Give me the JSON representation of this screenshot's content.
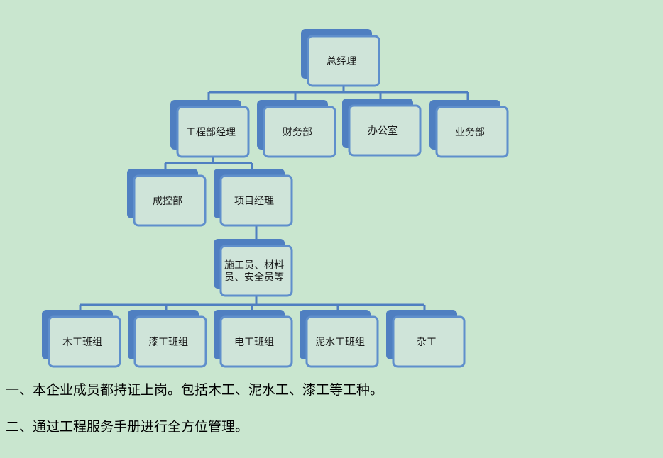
{
  "org_chart": {
    "nodes": [
      {
        "id": "gm",
        "label": [
          "总经理"
        ],
        "name": "node-general-manager"
      },
      {
        "id": "eng",
        "label": [
          "工程部经理"
        ],
        "name": "node-engineering-manager"
      },
      {
        "id": "fin",
        "label": [
          "财务部"
        ],
        "name": "node-finance-dept"
      },
      {
        "id": "office",
        "label": [
          "办公室"
        ],
        "name": "node-office"
      },
      {
        "id": "biz",
        "label": [
          "业务部"
        ],
        "name": "node-business-dept"
      },
      {
        "id": "cost",
        "label": [
          "成控部"
        ],
        "name": "node-cost-control-dept"
      },
      {
        "id": "pm",
        "label": [
          "项目经理"
        ],
        "name": "node-project-manager"
      },
      {
        "id": "staff",
        "label": [
          "施工员、材料",
          "员、安全员等"
        ],
        "name": "node-site-staff"
      },
      {
        "id": "carp",
        "label": [
          "木工班组"
        ],
        "name": "node-carpentry-team"
      },
      {
        "id": "paint",
        "label": [
          "漆工班组"
        ],
        "name": "node-painting-team"
      },
      {
        "id": "elec",
        "label": [
          "电工班组"
        ],
        "name": "node-electrical-team"
      },
      {
        "id": "mason",
        "label": [
          "泥水工班组"
        ],
        "name": "node-masonry-team"
      },
      {
        "id": "misc",
        "label": [
          "杂工"
        ],
        "name": "node-general-labor"
      }
    ],
    "edges": [
      [
        "gm",
        "eng"
      ],
      [
        "gm",
        "fin"
      ],
      [
        "gm",
        "office"
      ],
      [
        "gm",
        "biz"
      ],
      [
        "eng",
        "cost"
      ],
      [
        "eng",
        "pm"
      ],
      [
        "pm",
        "staff"
      ],
      [
        "staff",
        "carp"
      ],
      [
        "staff",
        "paint"
      ],
      [
        "staff",
        "elec"
      ],
      [
        "staff",
        "mason"
      ],
      [
        "staff",
        "misc"
      ]
    ]
  },
  "notes": [
    "一、本企业成员都持证上岗。包括木工、泥水工、漆工等工种。",
    "二、通过工程服务手册进行全方位管理。"
  ],
  "colors": {
    "background": "#c9e6cf",
    "node_back": "#4f7fc1",
    "node_front": "#cfe4d9",
    "connector": "#4f7fc1"
  }
}
